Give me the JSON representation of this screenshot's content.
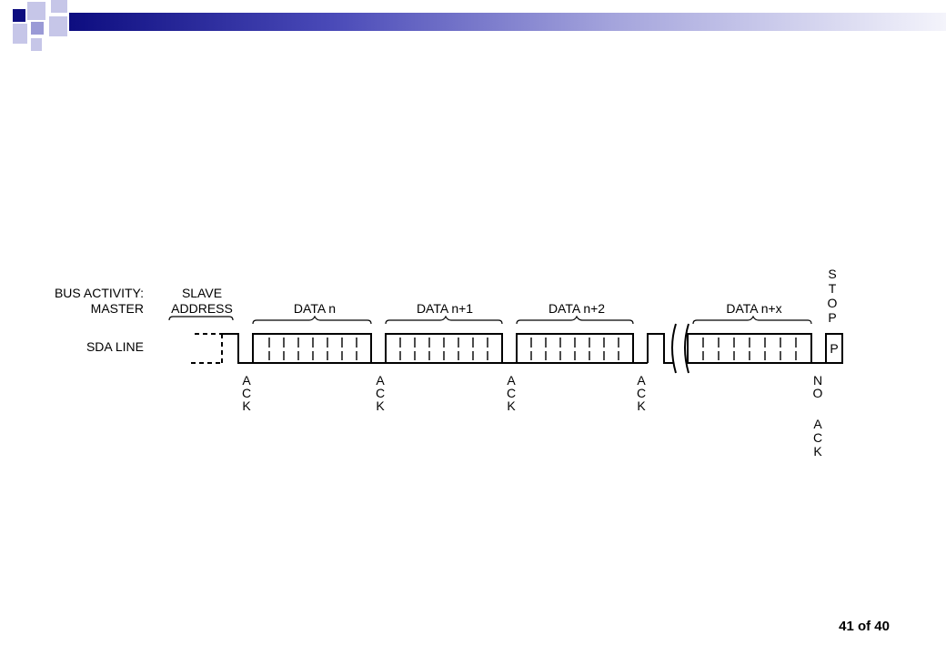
{
  "colors": {
    "dark_square": "#0d0d80",
    "mid_square": "#9a9ad6",
    "light_square": "#c6c6e8",
    "line": "#000000"
  },
  "labels": {
    "bus_activity": "BUS ACTIVITY:",
    "master": "MASTER",
    "slave": "SLAVE",
    "address": "ADDRESS",
    "sda_line": "SDA LINE",
    "stop": "STOP",
    "p": "P"
  },
  "data_fields": [
    "DATA n",
    "DATA n+1",
    "DATA n+2",
    "DATA n+x"
  ],
  "ack_marks": [
    "ACK",
    "ACK",
    "ACK",
    "ACK"
  ],
  "no_ack": {
    "top": "NO",
    "bottom": "ACK"
  },
  "footer": {
    "page": "41 of 40"
  }
}
